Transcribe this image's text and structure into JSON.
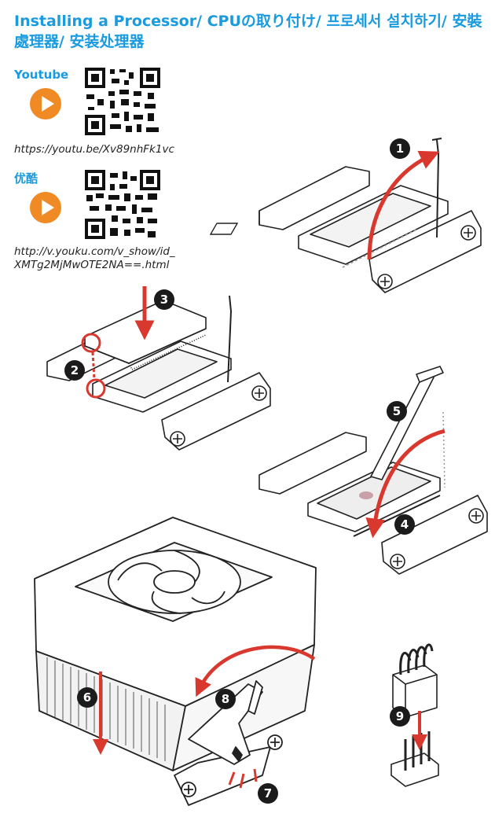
{
  "title": "Installing a Processor/ CPUの取り付け/ 프로세서 설치하기/ 安裝處理器/ 安装处理器",
  "video_links": [
    {
      "label": "Youtube",
      "url": "https://youtu.be/Xv89nhFk1vc"
    },
    {
      "label": "优酷",
      "url_line1": "http://v.youku.com/v_show/id_",
      "url_line2": "XMTg2MjMwOTE2NA==.html"
    }
  ],
  "steps": [
    "1",
    "2",
    "3",
    "4",
    "5",
    "6",
    "7",
    "8",
    "9"
  ],
  "colors": {
    "title": "#1a9be0",
    "accent": "#ef8a24",
    "arrow": "#d9382e",
    "step_badge": "#1b1b1b"
  }
}
